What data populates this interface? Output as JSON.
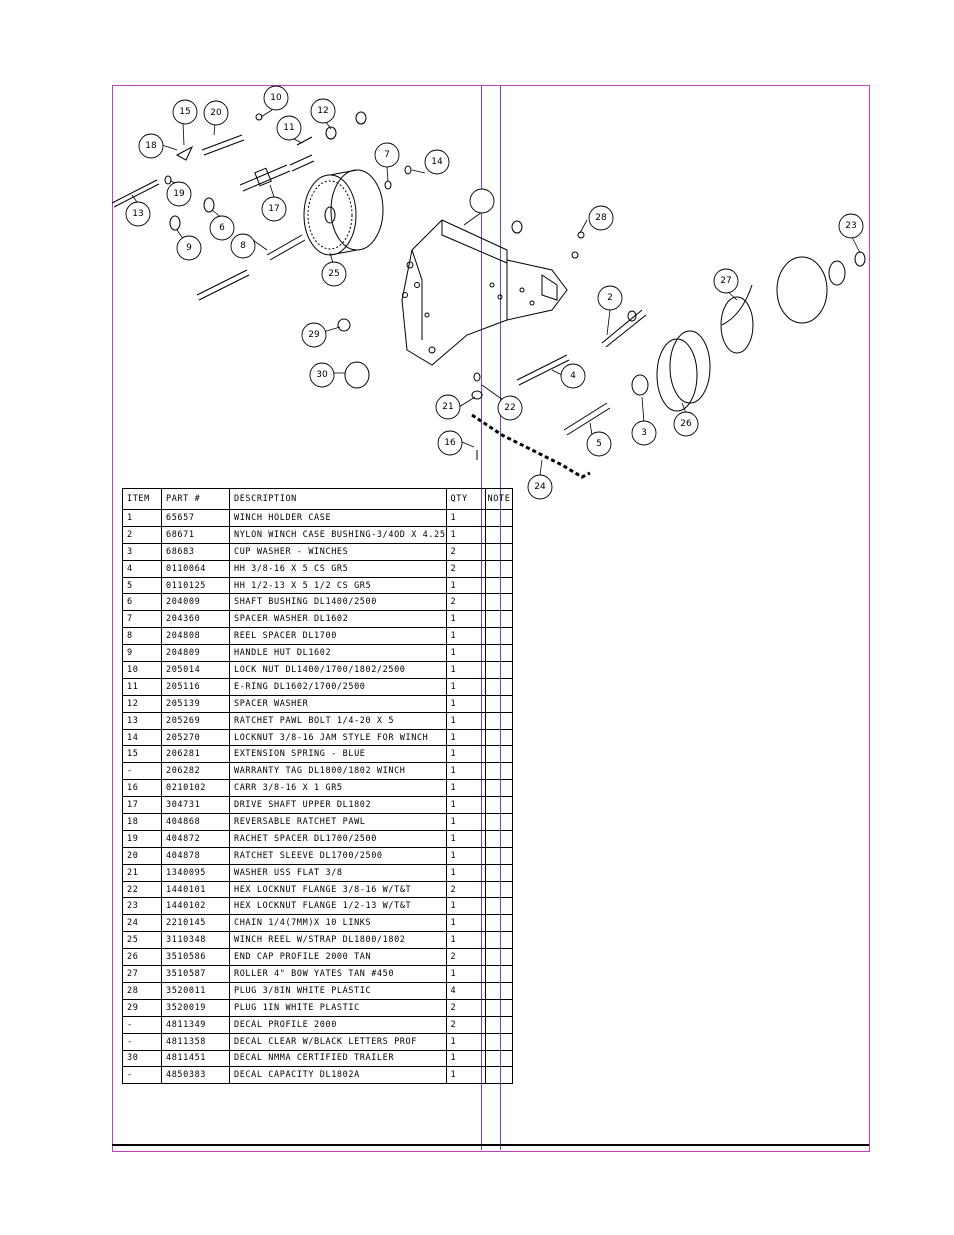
{
  "table": {
    "headers": {
      "item": "ITEM",
      "part": "PART #",
      "description": "DESCRIPTION",
      "qty": "QTY",
      "note": "NOTE"
    },
    "rows": [
      {
        "item": "1",
        "part": "65657",
        "description": "WINCH HOLDER CASE",
        "qty": "1"
      },
      {
        "item": "2",
        "part": "68671",
        "description": "NYLON WINCH CASE BUSHING-3/4OD X 4.25",
        "qty": "1"
      },
      {
        "item": "3",
        "part": "68683",
        "description": "CUP WASHER - WINCHES",
        "qty": "2"
      },
      {
        "item": "4",
        "part": "0110064",
        "description": "HH 3/8-16 X 5 CS GR5",
        "qty": "2"
      },
      {
        "item": "5",
        "part": "0110125",
        "description": "HH 1/2-13 X 5 1/2 CS GR5",
        "qty": "1"
      },
      {
        "item": "6",
        "part": "204009",
        "description": "SHAFT BUSHING  DL1400/2500",
        "qty": "2"
      },
      {
        "item": "7",
        "part": "204360",
        "description": "SPACER WASHER  DL1602",
        "qty": "1"
      },
      {
        "item": "8",
        "part": "204808",
        "description": "REEL SPACER  DL1700",
        "qty": "1"
      },
      {
        "item": "9",
        "part": "204809",
        "description": "HANDLE HUT  DL1602",
        "qty": "1"
      },
      {
        "item": "10",
        "part": "205014",
        "description": "LOCK NUT  DL1400/1700/1802/2500",
        "qty": "1"
      },
      {
        "item": "11",
        "part": "205116",
        "description": "E-RING DL1602/1700/2500",
        "qty": "1"
      },
      {
        "item": "12",
        "part": "205139",
        "description": "SPACER WASHER",
        "qty": "1"
      },
      {
        "item": "13",
        "part": "205269",
        "description": "RATCHET PAWL BOLT 1/4-20 X 5",
        "qty": "1"
      },
      {
        "item": "14",
        "part": "205270",
        "description": "LOCKNUT 3/8-16 JAM STYLE FOR WINCH",
        "qty": "1"
      },
      {
        "item": "15",
        "part": "206281",
        "description": "EXTENSION SPRING - BLUE",
        "qty": "1"
      },
      {
        "item": "-",
        "part": "206282",
        "description": "WARRANTY TAG DL1800/1802 WINCH",
        "qty": "1"
      },
      {
        "item": "16",
        "part": "0210102",
        "description": "CARR 3/8-16 X 1 GR5",
        "qty": "1"
      },
      {
        "item": "17",
        "part": "304731",
        "description": "DRIVE SHAFT UPPER  DL1802",
        "qty": "1"
      },
      {
        "item": "18",
        "part": "404868",
        "description": "REVERSABLE RATCHET PAWL",
        "qty": "1"
      },
      {
        "item": "19",
        "part": "404872",
        "description": "RACHET SPACER  DL1700/2500",
        "qty": "1"
      },
      {
        "item": "20",
        "part": "404878",
        "description": "RATCHET SLEEVE  DL1700/2500",
        "qty": "1"
      },
      {
        "item": "21",
        "part": "1340095",
        "description": "WASHER USS FLAT 3/8",
        "qty": "1"
      },
      {
        "item": "22",
        "part": "1440101",
        "description": "HEX LOCKNUT FLANGE 3/8-16 W/T&T",
        "qty": "2"
      },
      {
        "item": "23",
        "part": "1440102",
        "description": "HEX LOCKNUT FLANGE 1/2-13 W/T&T",
        "qty": "1"
      },
      {
        "item": "24",
        "part": "2210145",
        "description": "CHAIN 1/4(7MM)X 10 LINKS",
        "qty": "1"
      },
      {
        "item": "25",
        "part": "3110348",
        "description": "WINCH REEL W/STRAP  DL1800/1802",
        "qty": "1"
      },
      {
        "item": "26",
        "part": "3510586",
        "description": "END CAP PROFILE 2000 TAN",
        "qty": "2"
      },
      {
        "item": "27",
        "part": "3510587",
        "description": "ROLLER 4\" BOW YATES TAN #450",
        "qty": "1"
      },
      {
        "item": "28",
        "part": "3520011",
        "description": "PLUG  3/8IN WHITE PLASTIC",
        "qty": "4"
      },
      {
        "item": "29",
        "part": "3520019",
        "description": "PLUG  1IN WHITE PLASTIC",
        "qty": "2"
      },
      {
        "item": "-",
        "part": "4811349",
        "description": "DECAL PROFILE 2000",
        "qty": "2"
      },
      {
        "item": "-",
        "part": "4811358",
        "description": "DECAL CLEAR W/BLACK LETTERS PROF",
        "qty": "1"
      },
      {
        "item": "30",
        "part": "4811451",
        "description": " DECAL NMMA CERTIFIED TRAILER",
        "qty": "1"
      },
      {
        "item": "-",
        "part": "4850383",
        "description": "DECAL CAPACITY DL1802A",
        "qty": "1"
      }
    ]
  },
  "diagram": {
    "callouts": [
      "10",
      "15",
      "20",
      "12",
      "11",
      "18",
      "7",
      "14",
      "19",
      "13",
      "17",
      "6",
      "9",
      "8",
      "28",
      "23",
      "25",
      "27",
      "2",
      "29",
      "30",
      "4",
      "21",
      "22",
      "3",
      "26",
      "5",
      "16",
      "24",
      ""
    ]
  }
}
